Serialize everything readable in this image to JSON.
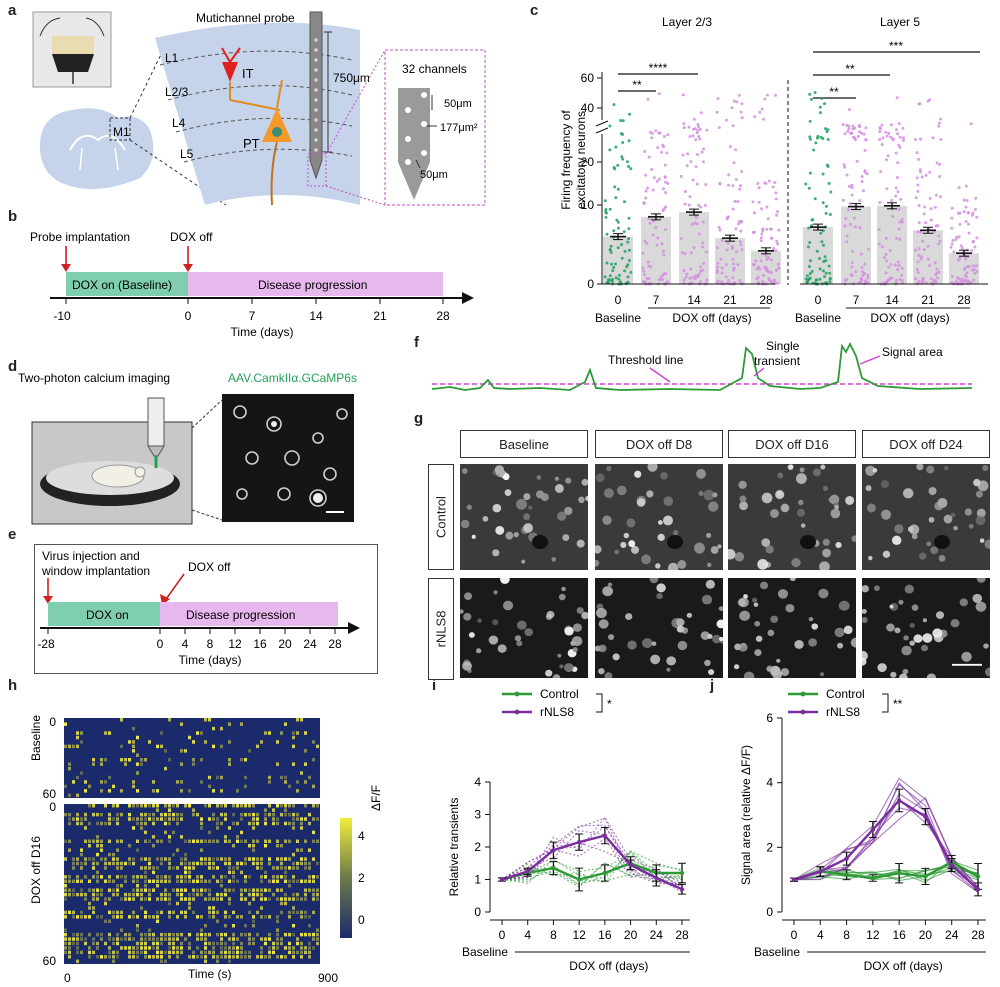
{
  "panels": {
    "a": "a",
    "b": "b",
    "c": "c",
    "d": "d",
    "e": "e",
    "f": "f",
    "g": "g",
    "h": "h",
    "i": "i",
    "j": "j"
  },
  "a": {
    "probe_title": "Mutichannel probe",
    "layers": [
      "L1",
      "L2/3",
      "L4",
      "L5"
    ],
    "neurons": [
      "IT",
      "PT"
    ],
    "depth": "750μm",
    "inset_title": "32 channels",
    "spacing": "50μm",
    "area": "177μm²",
    "diam": "50μm",
    "region": "M1"
  },
  "b": {
    "event1": "Probe implantation",
    "event2": "DOX off",
    "phase1": "DOX on (Baseline)",
    "phase2": "Disease progression",
    "ticks": [
      "-10",
      "0",
      "7",
      "14",
      "21",
      "28"
    ],
    "xlabel": "Time (days)"
  },
  "c": {
    "ylabel_line1": "Firing frequency of",
    "ylabel_line2": "excitatory neurons",
    "yticks": [
      "0",
      "10",
      "20",
      "40",
      "60"
    ],
    "groups": [
      {
        "title": "Layer 2/3",
        "sig": [
          "**",
          "****"
        ],
        "means": [
          6,
          8.5,
          9.1,
          5.8,
          4.2
        ]
      },
      {
        "title": "Layer 5",
        "sig": [
          "**",
          "**",
          "***"
        ],
        "means": [
          7.2,
          9.8,
          9.9,
          6.8,
          3.9
        ]
      }
    ],
    "xticks": [
      "0",
      "7",
      "14",
      "21",
      "28"
    ],
    "baseline": "Baseline",
    "dox_label": "DOX off (days)"
  },
  "d": {
    "title": "Two-photon calcium imaging",
    "virus": "AAV.CamkIIα.GCaMP6s"
  },
  "e": {
    "event1_line1": "Virus injection and",
    "event1_line2": "window implantation",
    "event2": "DOX off",
    "phase1": "DOX on",
    "phase2": "Disease progression",
    "ticks": [
      "-28",
      "0",
      "4",
      "8",
      "12",
      "16",
      "20",
      "24",
      "28"
    ],
    "xlabel": "Time (days)"
  },
  "f": {
    "threshold": "Threshold line",
    "single_line1": "Single",
    "single_line2": "transient",
    "area": "Signal area"
  },
  "g": {
    "cols": [
      "Baseline",
      "DOX off D8",
      "DOX off D16",
      "DOX off D24"
    ],
    "rows": [
      "Control",
      "rNLS8"
    ]
  },
  "h": {
    "row1": "Baseline",
    "row2": "DOX off D16",
    "y0": "0",
    "y60": "60",
    "xlabel": "Time (s)",
    "x0": "0",
    "x900": "900",
    "cbar_label": "ΔF/F",
    "cbar_ticks": [
      "4",
      "2",
      "0"
    ],
    "colors": {
      "low": "#1b2a6b",
      "high": "#f0ec3c"
    }
  },
  "chart_data": [
    {
      "type": "line",
      "id": "i",
      "ylabel": "Relative transients",
      "x": [
        0,
        4,
        8,
        12,
        16,
        20,
        24,
        28
      ],
      "xlabel": "DOX off (days)",
      "baseline_label": "Baseline",
      "ylim": [
        0,
        4
      ],
      "yticks": [
        0,
        1,
        2,
        3,
        4
      ],
      "sig": "*",
      "series": [
        {
          "name": "Control",
          "color": "#2e9a35",
          "values": [
            1,
            1.2,
            1.35,
            1.0,
            1.2,
            1.5,
            1.2,
            1.2
          ],
          "err": [
            0.05,
            0.1,
            0.2,
            0.35,
            0.25,
            0.2,
            0.25,
            0.3
          ]
        },
        {
          "name": "rNLS8",
          "color": "#7b2f9e",
          "values": [
            1,
            1.25,
            1.9,
            2.15,
            2.35,
            1.45,
            1.05,
            0.7
          ],
          "err": [
            0.05,
            0.1,
            0.25,
            0.25,
            0.25,
            0.15,
            0.25,
            0.15
          ]
        }
      ]
    },
    {
      "type": "line",
      "id": "j",
      "ylabel": "Signal area  (relative ΔF/F)",
      "x": [
        0,
        4,
        8,
        12,
        16,
        20,
        24,
        28
      ],
      "xlabel": "DOX off (days)",
      "baseline_label": "Baseline",
      "ylim": [
        0,
        6
      ],
      "yticks": [
        0,
        2,
        4,
        6
      ],
      "sig": "**",
      "series": [
        {
          "name": "Control",
          "color": "#2e9a35",
          "values": [
            1,
            1.25,
            1.15,
            1.05,
            1.2,
            1.1,
            1.55,
            1.1
          ],
          "err": [
            0.05,
            0.15,
            0.15,
            0.1,
            0.3,
            0.25,
            0.2,
            0.4
          ]
        },
        {
          "name": "rNLS8",
          "color": "#7b2f9e",
          "values": [
            1,
            1.25,
            1.65,
            2.55,
            3.45,
            2.95,
            1.45,
            0.7
          ],
          "err": [
            0.05,
            0.15,
            0.2,
            0.25,
            0.35,
            0.25,
            0.2,
            0.2
          ]
        }
      ]
    }
  ]
}
